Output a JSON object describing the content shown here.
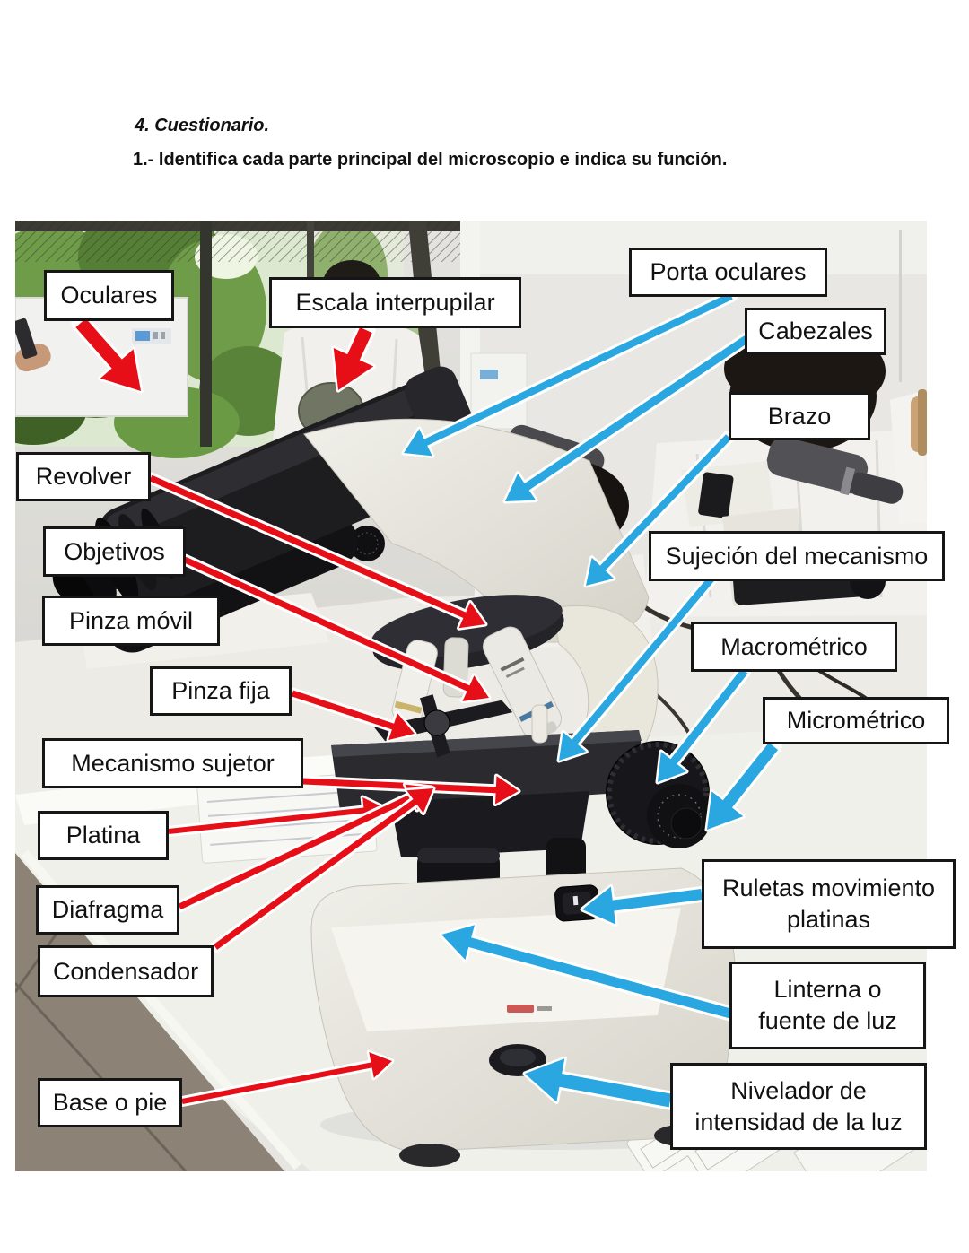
{
  "document": {
    "section_title": "4. Cuestionario.",
    "question": "1.- Identifica cada parte principal del microscopio e indica su función."
  },
  "colors": {
    "red_arrow": "#e60f18",
    "blue_arrow": "#2aa7e0",
    "label_border": "#161616",
    "label_bg": "#ffffff"
  },
  "labels": {
    "oculares": "Oculares",
    "escala_interpupilar": "Escala interpupilar",
    "porta_oculares": "Porta oculares",
    "cabezales": "Cabezales",
    "brazo": "Brazo",
    "revolver": "Revolver",
    "objetivos": "Objetivos",
    "sujecion_del_mecanismo": "Sujeción del mecanismo",
    "pinza_movil": "Pinza móvil",
    "macrometrico": "Macrométrico",
    "pinza_fija": "Pinza fija",
    "micrometrico": "Micrométrico",
    "mecanismo_sujetor": "Mecanismo sujetor",
    "platina": "Platina",
    "diafragma": "Diafragma",
    "ruletas_movimiento_platinas": "Ruletas movimiento platinas",
    "condensador": "Condensador",
    "linterna_o_fuente_de_luz": "Linterna o fuente de luz",
    "base_o_pie": "Base o pie",
    "nivelador_de_intensidad": "Nivelador de intensidad de la luz"
  }
}
